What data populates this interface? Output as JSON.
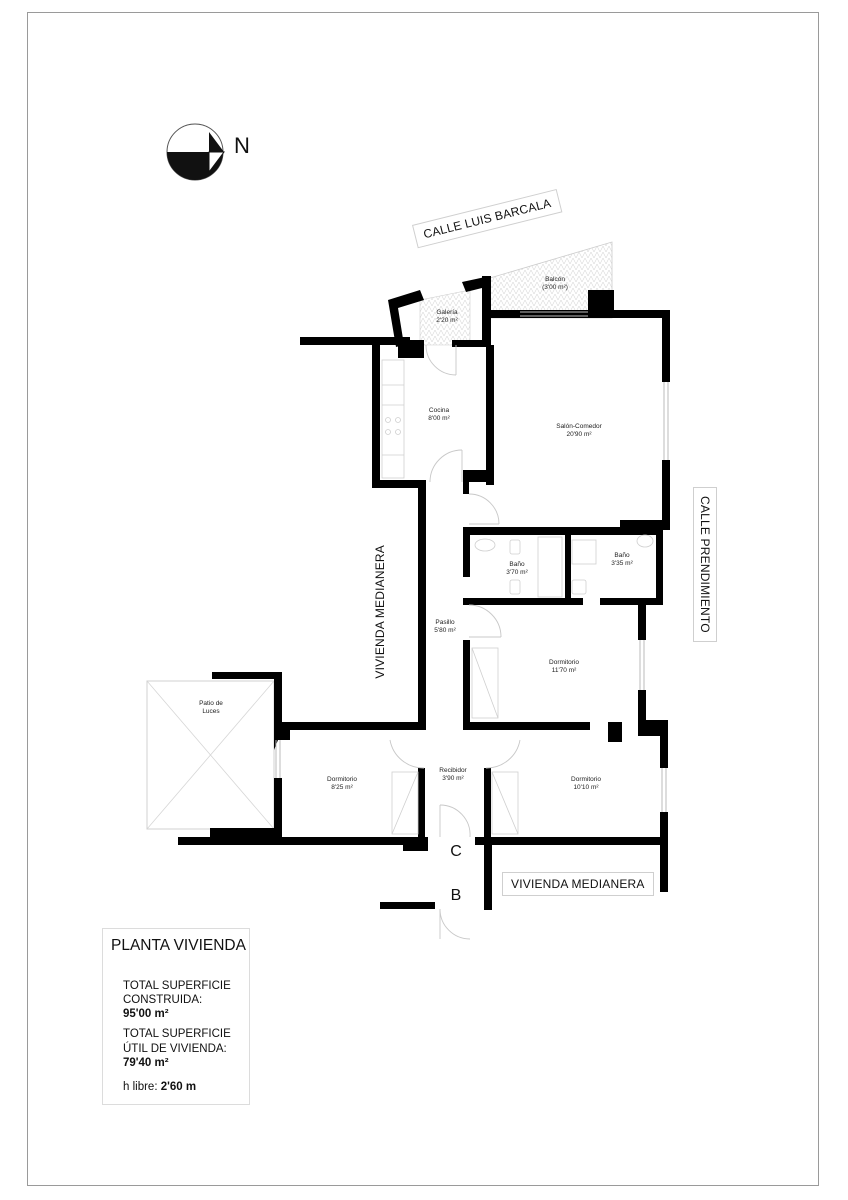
{
  "drawing": {
    "north_label": "N",
    "streets": {
      "top": "CALLE LUIS BARCALA",
      "right": "CALLE PRENDIMIENTO",
      "left_neighbor": "VIVIENDA MEDIANERA",
      "bottom_neighbor": "VIVIENDA MEDIANERA"
    },
    "entrances": {
      "c": "C",
      "b": "B"
    },
    "rooms": [
      {
        "name": "Balcón",
        "area": "(3'00 m²)"
      },
      {
        "name": "Galería",
        "area": "2'20 m²"
      },
      {
        "name": "Cocina",
        "area": "8'00 m²"
      },
      {
        "name": "Salón-Comedor",
        "area": "20'90 m²"
      },
      {
        "name": "Baño",
        "area": "3'70 m²"
      },
      {
        "name": "Baño",
        "area": "3'35 m²"
      },
      {
        "name": "Pasillo",
        "area": "5'80 m²"
      },
      {
        "name": "Dormitorio",
        "area": "11'70 m²"
      },
      {
        "name": "Patio de",
        "area": "Luces"
      },
      {
        "name": "Dormitorio",
        "area": "8'25 m²"
      },
      {
        "name": "Recibidor",
        "area": "3'90 m²"
      },
      {
        "name": "Dormitorio",
        "area": "10'10 m²"
      }
    ]
  },
  "legend": {
    "title": "PLANTA VIVIENDA",
    "built_label_1": "TOTAL SUPERFICIE",
    "built_label_2": "CONSTRUIDA:",
    "built_value": "95'00 m²",
    "useful_label_1": "TOTAL SUPERFICIE",
    "useful_label_2": "ÚTIL DE VIVIENDA:",
    "useful_value": "79'40 m²",
    "height_label": "h libre:",
    "height_value": "2'60 m"
  }
}
